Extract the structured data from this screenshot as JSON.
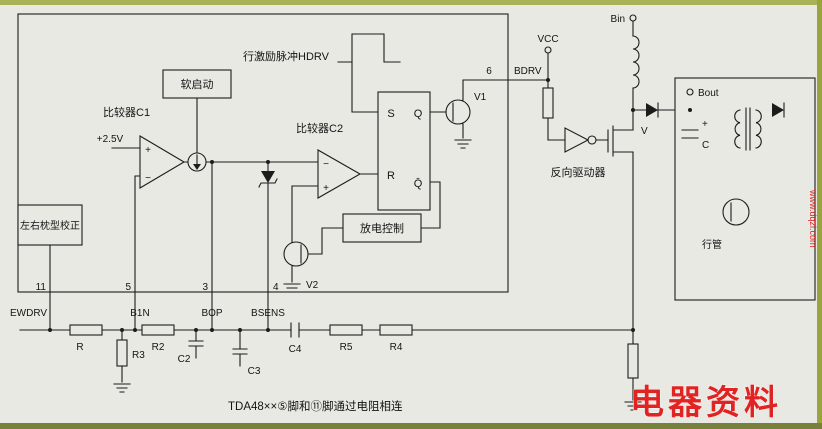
{
  "page": {
    "bg": "#e9e9e4",
    "caption": "TDA48××⑤脚和⑪脚通过电阻相连",
    "watermark": {
      "text": "电器资料",
      "site": "www.dqzl.com",
      "color": "#e02424"
    }
  },
  "ic": {
    "hdrv": "行激励脉冲HDRV",
    "soft_start": "软启动",
    "comp1": "比较器C1",
    "comp2": "比较器C2",
    "vref": "+2.5V",
    "plus": "+",
    "minus": "−",
    "ff_s": "S",
    "ff_q": "Q",
    "ff_r": "R",
    "ff_qb": "Q̄",
    "discharge": "放电控制",
    "pincushion": "左右枕型校正",
    "v1": "V1",
    "v2": "V2"
  },
  "pins": {
    "p11_num": "11",
    "p11_name": "EWDRV",
    "p5_num": "5",
    "p5_name": "B1N",
    "p3_num": "3",
    "p3_name": "BOP",
    "p4_num": "4",
    "p4_name": "BSENS",
    "p6_num": "6",
    "p6_name": "BDRV"
  },
  "right": {
    "vcc": "VCC",
    "bin": "Bin",
    "bout": "Bout",
    "inverter": "反向驱动器",
    "mosfet_v": "V",
    "cap_c": "C",
    "cap_plus": "+",
    "h_tube": "行管"
  },
  "parts": {
    "r": "R",
    "r2": "R2",
    "r3": "R3",
    "r4": "R4",
    "r5": "R5",
    "c2": "C2",
    "c3": "C3",
    "c4": "C4"
  }
}
